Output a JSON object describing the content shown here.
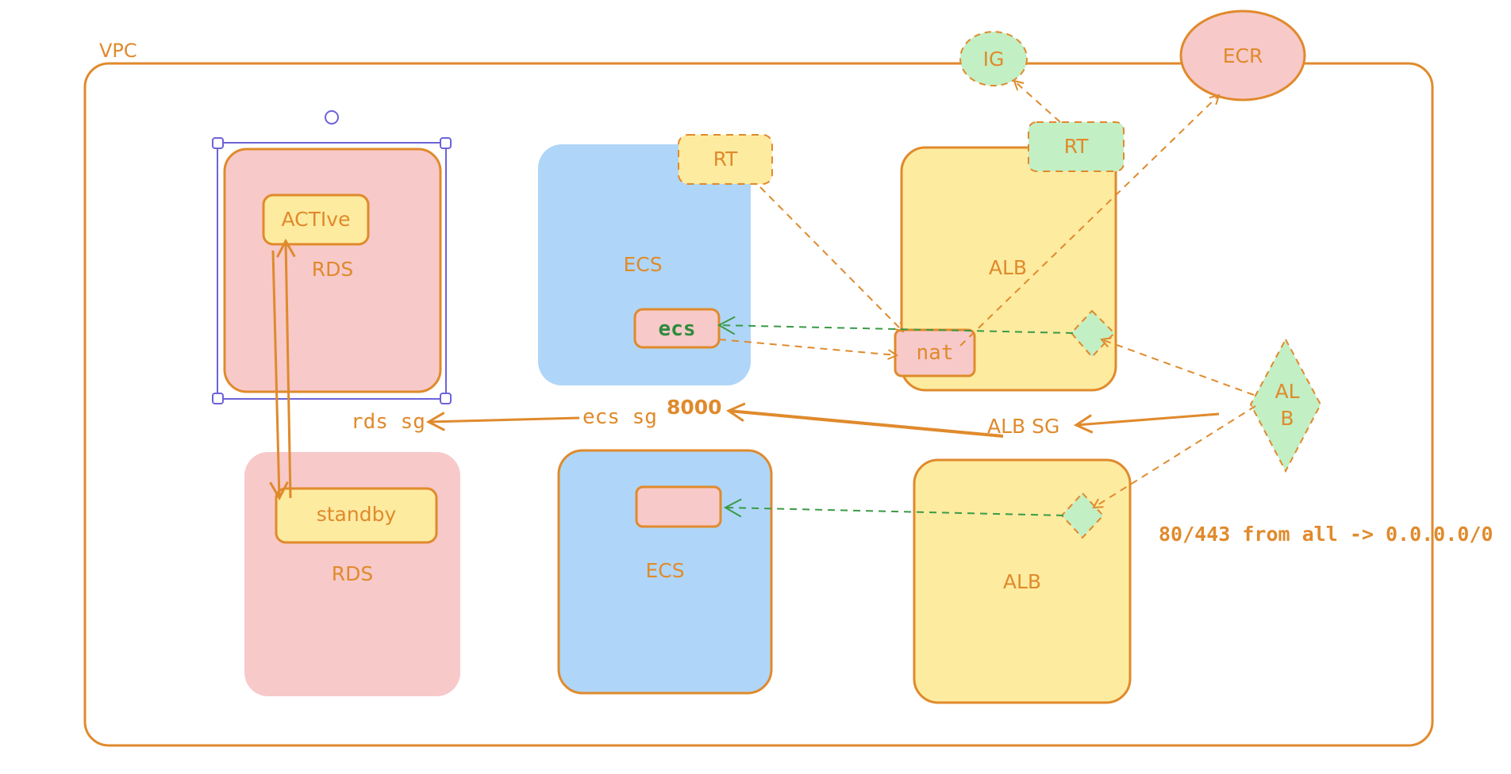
{
  "vpc": {
    "label": "VPC"
  },
  "blocks": {
    "rds_top": {
      "label": "RDS"
    },
    "rds_bottom": {
      "label": "RDS"
    },
    "ecs_top": {
      "label": "ECS"
    },
    "ecs_bottom": {
      "label": "ECS"
    },
    "alb_top": {
      "label": "ALB"
    },
    "alb_bottom": {
      "label": "ALB"
    }
  },
  "nodes": {
    "active": "ACTIve",
    "standby": "standby",
    "ecs_task": "ecs",
    "nat": "nat",
    "rt_ecs": "RT",
    "rt_alb": "RT",
    "ig": "IG",
    "ecr": "ECR",
    "alb_diamond": "AL\nB"
  },
  "alb_diamond_lines": [
    "AL",
    "B"
  ],
  "labels": {
    "rds_sg": "rds sg",
    "ecs_sg": "ecs sg",
    "port": "8000",
    "alb_sg": "ALB SG",
    "ingress_rule": "80/443 from all -> 0.0.0.0/0"
  },
  "colors": {
    "stroke": "#e08a2c",
    "rds_fill": "#f7c9c9",
    "ecs_fill": "#afd6f8",
    "alb_fill": "#fdeba0",
    "green_fill": "#c3efc4",
    "selection": "#6c63d8",
    "green_arrow": "#3a9a46"
  }
}
